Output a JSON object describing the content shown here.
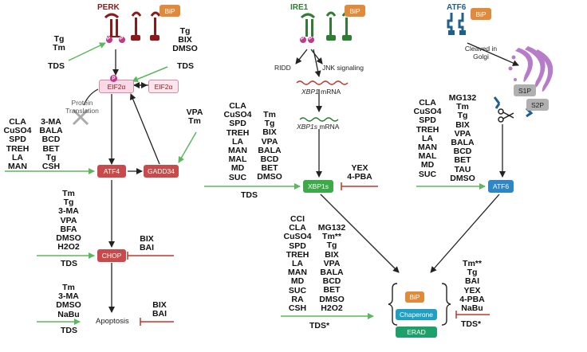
{
  "colors": {
    "perk": "#8b1a1a",
    "ire1": "#2e7d32",
    "atf6": "#1f5f8b",
    "bip": "#e08a3c",
    "red_node": "#c94a4a",
    "green_node": "#3daa4a",
    "blue_node": "#2f86c6",
    "chaperone": "#1fa0c2",
    "erad": "#1fa06a",
    "activator": "#5cb85c",
    "inhibitor": "#c0392b"
  },
  "proteins": {
    "perk": "PERK",
    "ire1": "IRE1",
    "atf6": "ATF6",
    "bip_perk": "BiP",
    "bip_ire1": "BiP",
    "bip_atf6": "BiP"
  },
  "nodes": {
    "eif2a_p": "EIF2α",
    "eif2a": "EIF2α",
    "atf4": "ATF4",
    "gadd34": "GADD34",
    "chop": "CHOP",
    "apoptosis": "Apoptosis",
    "xbp1s": "XBP1s",
    "atf6_node": "ATF6",
    "s1p": "S1P",
    "s2p": "S2P",
    "bip_out": "BiP",
    "chaperone": "Chaperone",
    "erad": "ERAD",
    "p": "P"
  },
  "annotations": {
    "protein_translation": "Protein Translation",
    "ridd": "RIDD",
    "jnk": "JNK signaling",
    "xbp1_mrna_italic": "XBP1",
    "xbp1_mrna_rest": " mRNA",
    "xbp1s_mrna_italic": "XBP1s",
    "xbp1s_mrna_rest": " mRNA",
    "cleaved": "Cleaved in Golgi"
  },
  "compounds": {
    "perk_in_left": [
      "Tg",
      "Tm"
    ],
    "perk_in_left_tds": "TDS",
    "perk_in_right": [
      "Tg",
      "BIX",
      "DMSO"
    ],
    "perk_in_right_tds": "TDS",
    "atf4_col1": [
      "CLA",
      "CuSO4",
      "SPD",
      "TREH",
      "LA",
      "MAN"
    ],
    "atf4_col2": [
      "3-MA",
      "BALA",
      "BCD",
      "BET",
      "Tg",
      "CSH"
    ],
    "gadd34": [
      "VPA",
      "Tm"
    ],
    "chop_in": [
      "Tm",
      "Tg",
      "3-MA",
      "VPA",
      "BFA",
      "DMSO",
      "H2O2"
    ],
    "chop_in_tds": "TDS",
    "chop_inh": [
      "BIX",
      "BAI"
    ],
    "apop_in": [
      "Tm",
      "3-MA",
      "DMSO",
      "NaBu"
    ],
    "apop_in_tds": "TDS",
    "apop_inh": [
      "BIX",
      "BAI"
    ],
    "xbp1_col1": [
      "CLA",
      "CuSO4",
      "SPD",
      "TREH",
      "LA",
      "MAN",
      "MAL",
      "MD",
      "SUC"
    ],
    "xbp1_col2": [
      "Tm",
      "Tg",
      "BIX",
      "VPA",
      "BALA",
      "BCD",
      "BET",
      "DMSO"
    ],
    "xbp1_tds": "TDS",
    "xbp1_inh": [
      "YEX",
      "4-PBA"
    ],
    "atf6_col1": [
      "CLA",
      "CuSO4",
      "SPD",
      "TREH",
      "LA",
      "MAN",
      "MAL",
      "MD",
      "SUC"
    ],
    "atf6_col2": [
      "MG132",
      "Tm",
      "Tg",
      "BIX",
      "VPA",
      "BALA",
      "BCD",
      "BET",
      "TAU",
      "DMSO"
    ],
    "bip_col1": [
      "CCI",
      "CLA",
      "CuSO4",
      "SPD",
      "TREH",
      "LA",
      "MAN",
      "MD",
      "SUC",
      "RA",
      "CSH"
    ],
    "bip_col2": [
      "MG132",
      "Tm**",
      "Tg",
      "BIX",
      "VPA",
      "BALA",
      "BCD",
      "BET",
      "DMSO",
      "H2O2"
    ],
    "bip_tds": "TDS*",
    "bip_inh": [
      "Tm**",
      "Tg",
      "BAI",
      "YEX",
      "4-PBA",
      "NaBu"
    ],
    "bip_inh_tds": "TDS*"
  }
}
